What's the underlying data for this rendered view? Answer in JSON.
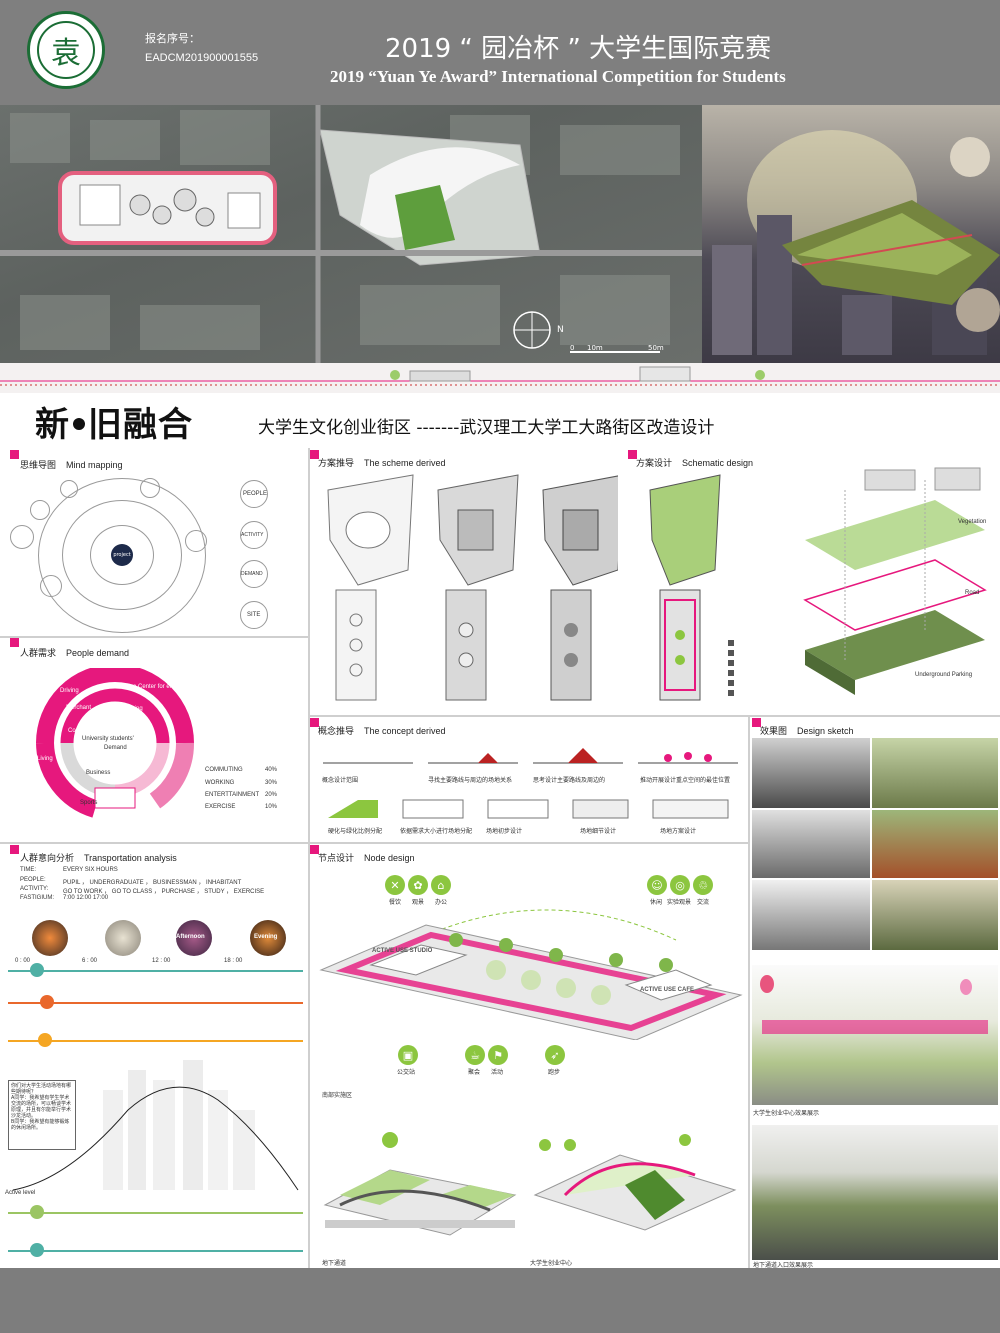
{
  "header": {
    "logo_glyph": "袁",
    "reg_label": "报名序号：",
    "reg_number": "EADCM201900001555",
    "title_cn": "2019 “ 园冶杯 ” 大学生国际竞赛",
    "title_en": "2019 “Yuan Ye Award” International Competition for  Students"
  },
  "hero": {
    "north": "N",
    "scale_0": "0",
    "scale_10": "10m",
    "scale_50": "50m"
  },
  "project": {
    "title_a": "新",
    "title_b": "旧融合",
    "subtitle": "大学生文化创业街区  -------武汉理工大学工大路街区改造设计"
  },
  "panels": {
    "mind": {
      "cn": "思维导图",
      "en": "Mind mapping",
      "center": "project",
      "nodes": [
        "PEOPLE",
        "ACTIVITY",
        "DEMAND",
        "SITE"
      ]
    },
    "people": {
      "cn": "人群需求",
      "en": "People demand",
      "center_line1": "University students'",
      "center_line2": "Demand",
      "ring_outer": "Busine Center for entrepreneurship",
      "labels": [
        "Driving",
        "Merchant",
        "Catering",
        "Working",
        "Living",
        "Commuting",
        "Business",
        "Sports"
      ],
      "stats": [
        {
          "k": "COMMUTING",
          "v": "40%"
        },
        {
          "k": "WORKING",
          "v": "30%"
        },
        {
          "k": "ENTERTTAINMENT",
          "v": "20%"
        },
        {
          "k": "EXERCISE",
          "v": "10%"
        }
      ]
    },
    "transport": {
      "cn": "人群意向分析",
      "en": "Transportation analysis",
      "rows": [
        {
          "k": "TIME:",
          "v": "EVERY SIX HOURS"
        },
        {
          "k": "PEOPLE:",
          "v": "PUPIL ， UNDERGRADUATE ， BUSINESSMAN ， INHABITANT"
        },
        {
          "k": "ACTIVITY:",
          "v": "GO TO WORK ， GO TO CLASS ， PURCHASE ， STUDY ， EXERCISE"
        },
        {
          "k": "FASTIGIUM:",
          "v": "7:00      12:00      17:00"
        }
      ],
      "photo_labels": [
        "",
        "",
        "Afternoon",
        "Evening"
      ],
      "times": [
        "0 : 00",
        "6 : 00",
        "12 : 00",
        "18 : 00"
      ],
      "bubble_q": "你们对大学生活动场地有哪些期待呢？",
      "bubble_a": "A同学：我希望有学生学术交流的场所，可以畅谈学术原理，并且有尔能举行学术沙龙活动。",
      "bubble_b": "B同学：我希望有能够锻炼的休闲场所。",
      "curve_label": "Active level"
    },
    "scheme": {
      "cn": "方案推导",
      "en": "The scheme derived"
    },
    "design": {
      "cn": "方案设计",
      "en": "Schematic design",
      "layers": [
        "Vegetation",
        "Road",
        "Underground Parking"
      ]
    },
    "concept": {
      "cn": "概念推导",
      "en": "The concept derived",
      "steps_top": [
        "概念设计范围",
        "寻找主要路线与周边的场地关系",
        "思考设计主要路线及周边的",
        "推动开展设计重点空间的最佳位置"
      ],
      "steps_bottom": [
        "硬化与绿化比例分配",
        "依据需求大小进行场地分配",
        "场地初步设计",
        "场地细节设计",
        "场地方案设计"
      ]
    },
    "sketch": {
      "cn": "效果图",
      "en": "Design sketch",
      "caption_1": "大学生创业中心效果展示",
      "caption_2": "地下通道入口效果展示"
    },
    "node": {
      "cn": "节点设计",
      "en": "Node design",
      "top_icons_left": [
        "餐饮",
        "观景",
        "办公"
      ],
      "top_icons_right": [
        "休闲",
        "实验观景",
        "交流"
      ],
      "bottom_icons": [
        "公交站",
        "聚会",
        "活动",
        "跑步"
      ],
      "label_left": "ACTIVE USE STUDIO",
      "label_right": "ACTIVE USE CAFE",
      "sub_caption": "南部实施区",
      "caption_left": "地下通道",
      "caption_right": "大学生创业中心"
    }
  },
  "colors": {
    "pink": "#e6187d",
    "green": "#8cc63f",
    "header_gray": "#7f7f7f"
  }
}
